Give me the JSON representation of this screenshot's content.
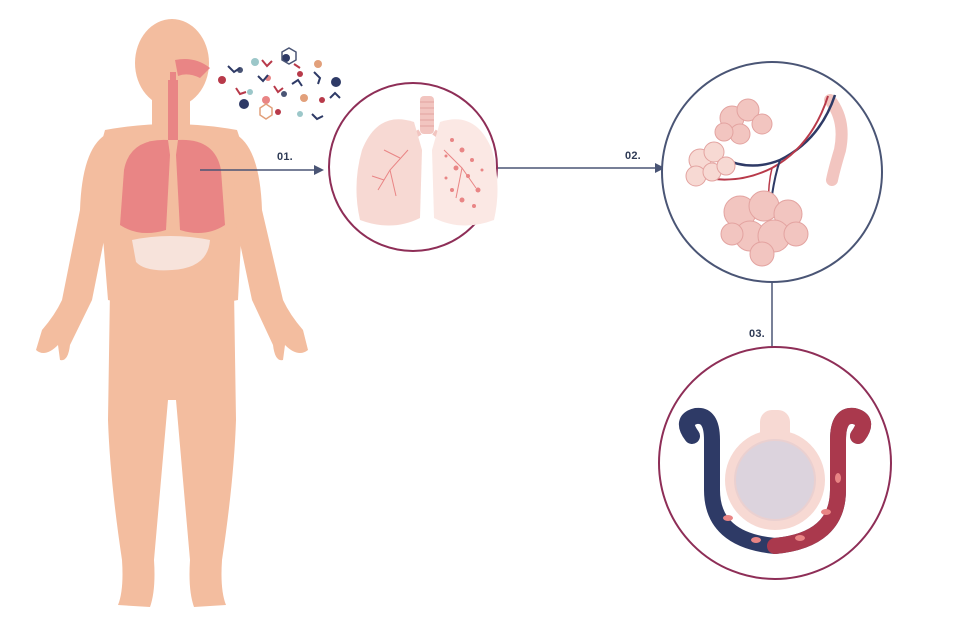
{
  "steps": [
    {
      "number": "01."
    },
    {
      "number": "02."
    },
    {
      "number": "03."
    }
  ],
  "colors": {
    "skin": "#f3bd9f",
    "lung": "#e98585",
    "lung_light": "#f7d9d3",
    "airway": "#e98585",
    "liver": "#f7e3db",
    "arrow": "#4a5575",
    "circle_maroon": "#8e2e57",
    "circle_navy": "#4a5575",
    "vein": "#2e3a66",
    "artery": "#b83a4a",
    "alveolus": "#f2c5c0"
  },
  "icons": [
    "human-body-silhouette",
    "particle-cloud",
    "lungs-illustration",
    "alveoli-cluster-illustration",
    "capillary-alveolus-illustration"
  ]
}
